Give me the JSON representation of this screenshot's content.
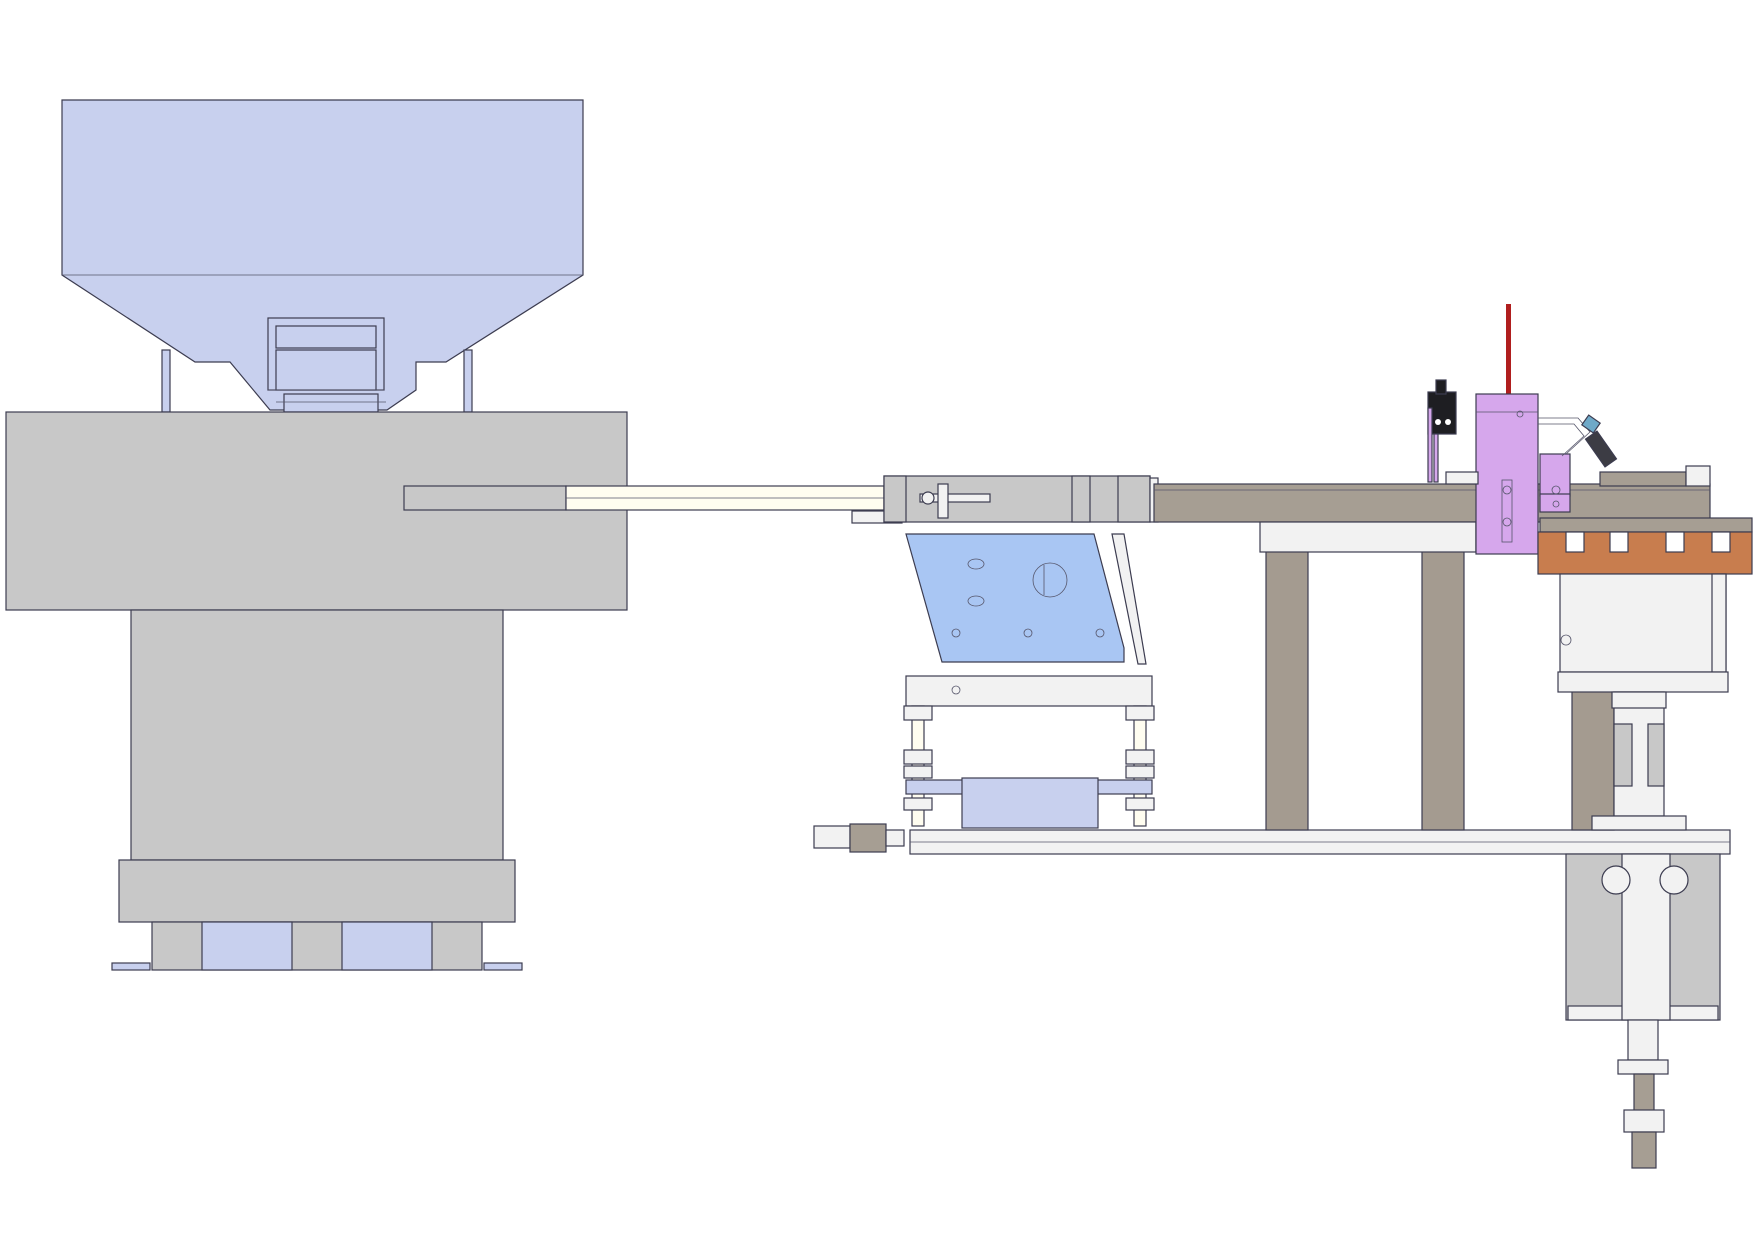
{
  "colors": {
    "background": "#ffffff",
    "outline": "#3c3c50",
    "hopper": "#c8d0ee",
    "bowl_base": "#c8c8c8",
    "feeder_rail": "#fffdf0",
    "linear_plate": "#a9c6f3",
    "track": "#a69e93",
    "bracket": "#d6a7ec",
    "slider_block": "#c87d4e",
    "rod_red": "#b01e1e",
    "support": "#a49b90",
    "light_metal": "#f2f2f2"
  },
  "components": [
    {
      "name": "hopper",
      "icon": "funnel-shape"
    },
    {
      "name": "vibratory-bowl-base",
      "icon": "block-shape"
    },
    {
      "name": "feed-chute",
      "icon": "rail-shape"
    },
    {
      "name": "linear-feeder",
      "icon": "plate-shape"
    },
    {
      "name": "track-beam",
      "icon": "beam-shape"
    },
    {
      "name": "sensor-bracket",
      "icon": "bracket-shape"
    },
    {
      "name": "gripper-block",
      "icon": "block-shape"
    },
    {
      "name": "lift-cylinder",
      "icon": "cylinder-shape"
    },
    {
      "name": "base-frame",
      "icon": "frame-shape"
    }
  ]
}
